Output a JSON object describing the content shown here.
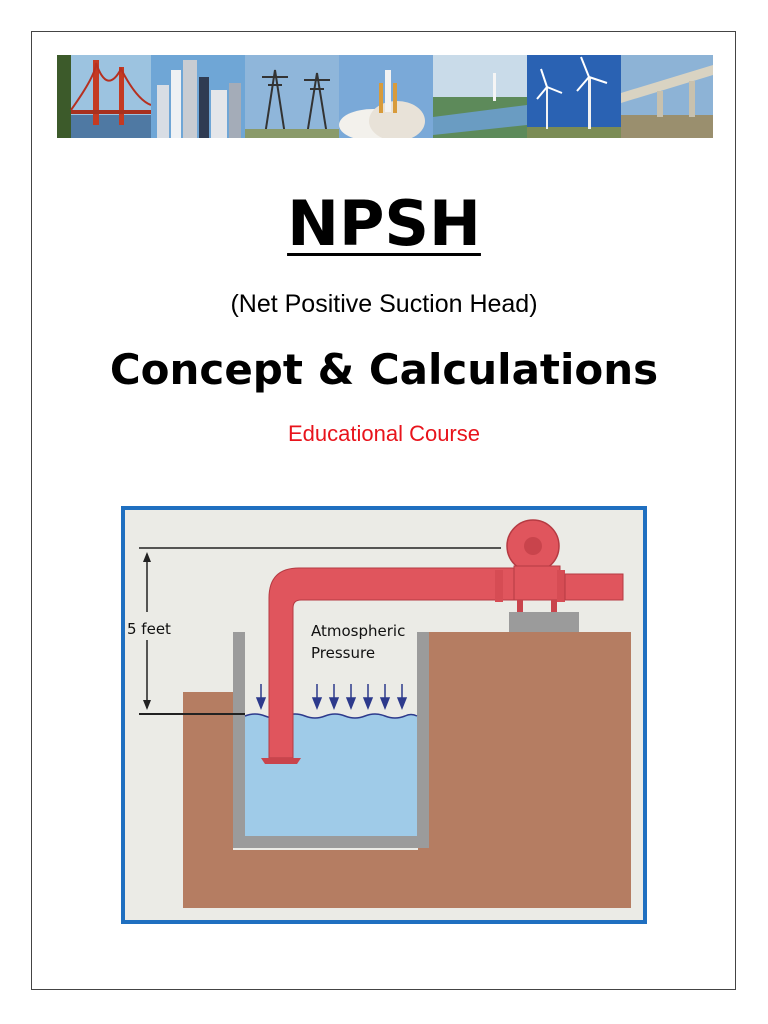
{
  "document": {
    "title": "NPSH",
    "subtitle": "(Net Positive Suction  Head)",
    "heading": "Concept & Calculations",
    "course_label": "Educational Course"
  },
  "diagram": {
    "height_label": "5 feet",
    "pressure_label_line1": "Atmospheric",
    "pressure_label_line2": "Pressure"
  },
  "colors": {
    "course_label": "#e8141c",
    "diagram_border": "#1f6fc0",
    "pipe": "#e0555d",
    "ground": "#b57d62",
    "water": "#9fcbe8",
    "arrow": "#2d3a8c"
  },
  "banner_images": [
    "golden-gate-bridge",
    "city-skyline",
    "power-pylons",
    "rocket-launch",
    "water-canal",
    "wind-turbines",
    "highway-overpass"
  ]
}
